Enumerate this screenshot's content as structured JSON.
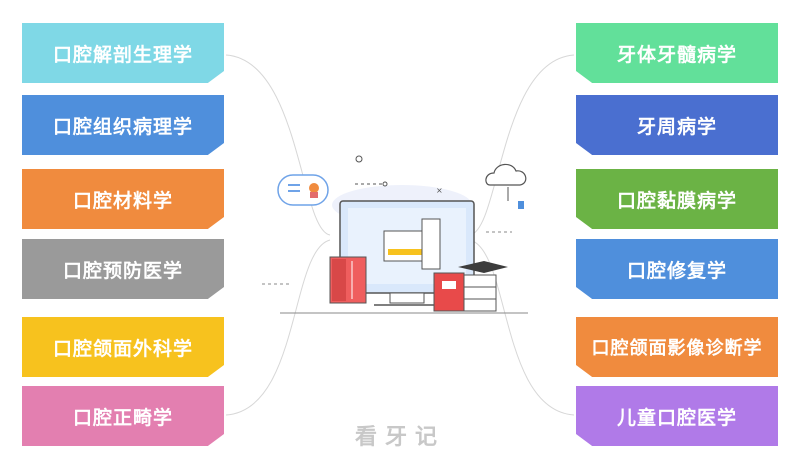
{
  "left_tags": [
    {
      "label": "口腔解剖生理学",
      "color": "#7fd8e6"
    },
    {
      "label": "口腔组织病理学",
      "color": "#4f8fdc"
    },
    {
      "label": "口腔材料学",
      "color": "#f08b3e"
    },
    {
      "label": "口腔预防医学",
      "color": "#9a9a9a"
    },
    {
      "label": "口腔颌面外科学",
      "color": "#f7c21e"
    },
    {
      "label": "口腔正畸学",
      "color": "#e37fb0"
    }
  ],
  "right_tags": [
    {
      "label": "牙体牙髓病学",
      "color": "#62e09a"
    },
    {
      "label": "牙周病学",
      "color": "#4a6fd0"
    },
    {
      "label": "口腔黏膜病学",
      "color": "#6bb345"
    },
    {
      "label": "口腔修复学",
      "color": "#4f8fdc"
    },
    {
      "label": "口腔颌面影像诊断学",
      "color": "#f08b3e"
    },
    {
      "label": "儿童口腔医学",
      "color": "#b07ae8"
    }
  ],
  "watermark": "看牙记"
}
